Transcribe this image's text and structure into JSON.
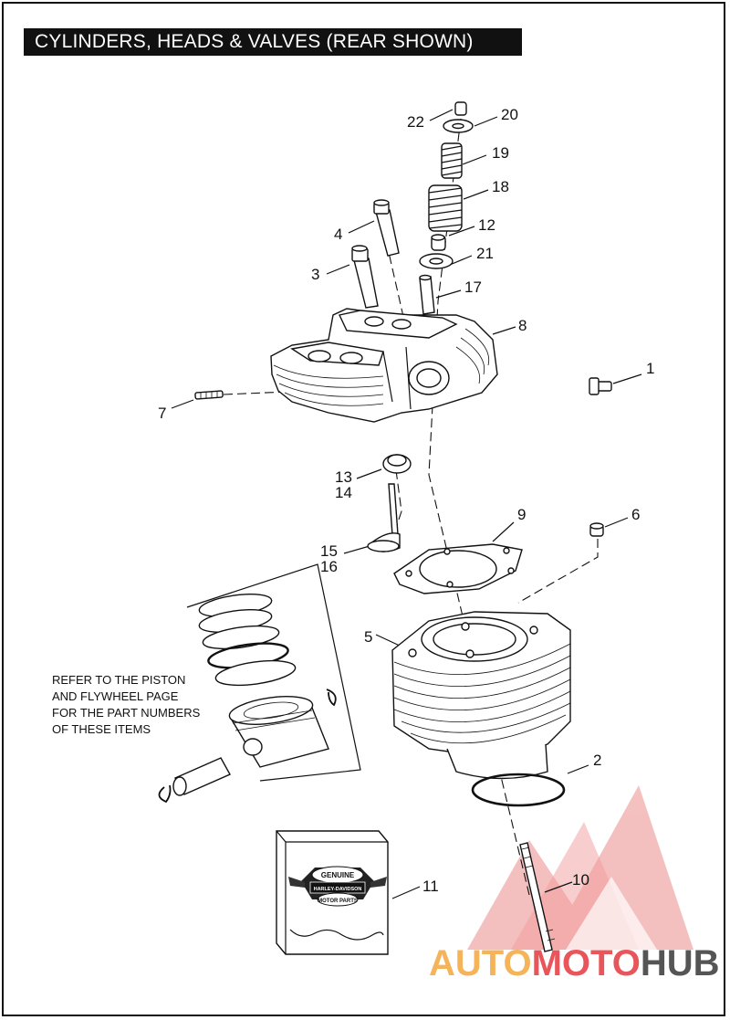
{
  "title": "CYLINDERS, HEADS & VALVES (REAR SHOWN)",
  "callouts": [
    {
      "num": "1"
    },
    {
      "num": "2"
    },
    {
      "num": "3"
    },
    {
      "num": "4"
    },
    {
      "num": "5"
    },
    {
      "num": "6"
    },
    {
      "num": "7"
    },
    {
      "num": "8"
    },
    {
      "num": "9"
    },
    {
      "num": "10"
    },
    {
      "num": "11"
    },
    {
      "num": "12"
    },
    {
      "num": "13"
    },
    {
      "num": "14"
    },
    {
      "num": "15"
    },
    {
      "num": "16"
    },
    {
      "num": "17"
    },
    {
      "num": "18"
    },
    {
      "num": "19"
    },
    {
      "num": "20"
    },
    {
      "num": "21"
    },
    {
      "num": "22"
    }
  ],
  "note": [
    "REFER TO THE PISTON",
    "AND FLYWHEEL PAGE",
    "FOR THE PART NUMBERS",
    "OF THESE ITEMS"
  ],
  "kit_logo": {
    "line1": "GENUINE",
    "line2": "HARLEY-DAVIDSON",
    "line3": "MOTOR PARTS"
  },
  "watermark": {
    "part1": "AUTO",
    "part2": "MOTO",
    "part3": "HUB",
    "color_light": "#f5b35a",
    "color_red": "#e8555a",
    "color_dark": "#555555"
  }
}
